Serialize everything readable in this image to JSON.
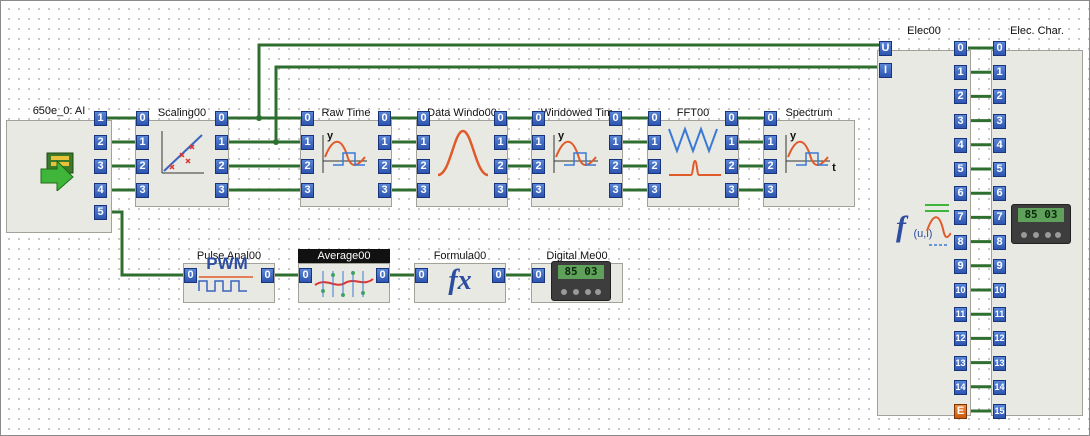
{
  "blocks": {
    "ai": {
      "title": "650e_0: AI",
      "outputs": [
        "1",
        "2",
        "3",
        "4",
        "5"
      ]
    },
    "scaling": {
      "title": "Scaling00",
      "inputs": [
        "0",
        "1",
        "2",
        "3"
      ],
      "outputs": [
        "0",
        "1",
        "2",
        "3"
      ]
    },
    "rawtime": {
      "title": "Raw Time",
      "inputs": [
        "0",
        "1",
        "2",
        "3"
      ],
      "outputs": [
        "0",
        "1",
        "2",
        "3"
      ]
    },
    "datawin": {
      "title": "Data Windo00",
      "inputs": [
        "0",
        "1",
        "2",
        "3"
      ],
      "outputs": [
        "0",
        "1",
        "2",
        "3"
      ]
    },
    "wintime": {
      "title": "Windowed Tim",
      "inputs": [
        "0",
        "1",
        "2",
        "3"
      ],
      "outputs": [
        "0",
        "1",
        "2",
        "3"
      ]
    },
    "fft": {
      "title": "FFT00",
      "inputs": [
        "0",
        "1",
        "2",
        "3"
      ],
      "outputs": [
        "0",
        "1",
        "2",
        "3"
      ]
    },
    "spectrum": {
      "title": "Spectrum",
      "inputs": [
        "0",
        "1",
        "2",
        "3"
      ]
    },
    "pulse": {
      "title": "Pulse Anal00",
      "inputs": [
        "0"
      ],
      "outputs": [
        "0"
      ],
      "icon_text": "PWM"
    },
    "average": {
      "title": "Average00",
      "inputs": [
        "0"
      ],
      "outputs": [
        "0"
      ]
    },
    "formula": {
      "title": "Formula00",
      "inputs": [
        "0"
      ],
      "outputs": [
        "0"
      ],
      "icon_text": "fx"
    },
    "digital": {
      "title": "Digital Me00",
      "inputs": [
        "0"
      ],
      "display": "85 03"
    },
    "elec": {
      "title": "Elec00",
      "inputs": [
        "U",
        "I"
      ],
      "outputs": [
        "0",
        "1",
        "2",
        "3",
        "4",
        "5",
        "6",
        "7",
        "8",
        "9",
        "10",
        "11",
        "12",
        "13",
        "14",
        "E"
      ],
      "icon_main": "f",
      "icon_sub": "(u,i)"
    },
    "elecchar": {
      "title": "Elec. Char.",
      "inputs": [
        "0",
        "1",
        "2",
        "3",
        "4",
        "5",
        "6",
        "7",
        "8",
        "9",
        "10",
        "11",
        "12",
        "13",
        "14",
        "15"
      ],
      "display": "85 03"
    }
  },
  "mini_axes": {
    "y": "y",
    "t": "t"
  },
  "colors": {
    "wire": "#2e6e2e",
    "port": "#3a64c0",
    "block": "#e9e9e3",
    "error_port": "#e07020"
  }
}
